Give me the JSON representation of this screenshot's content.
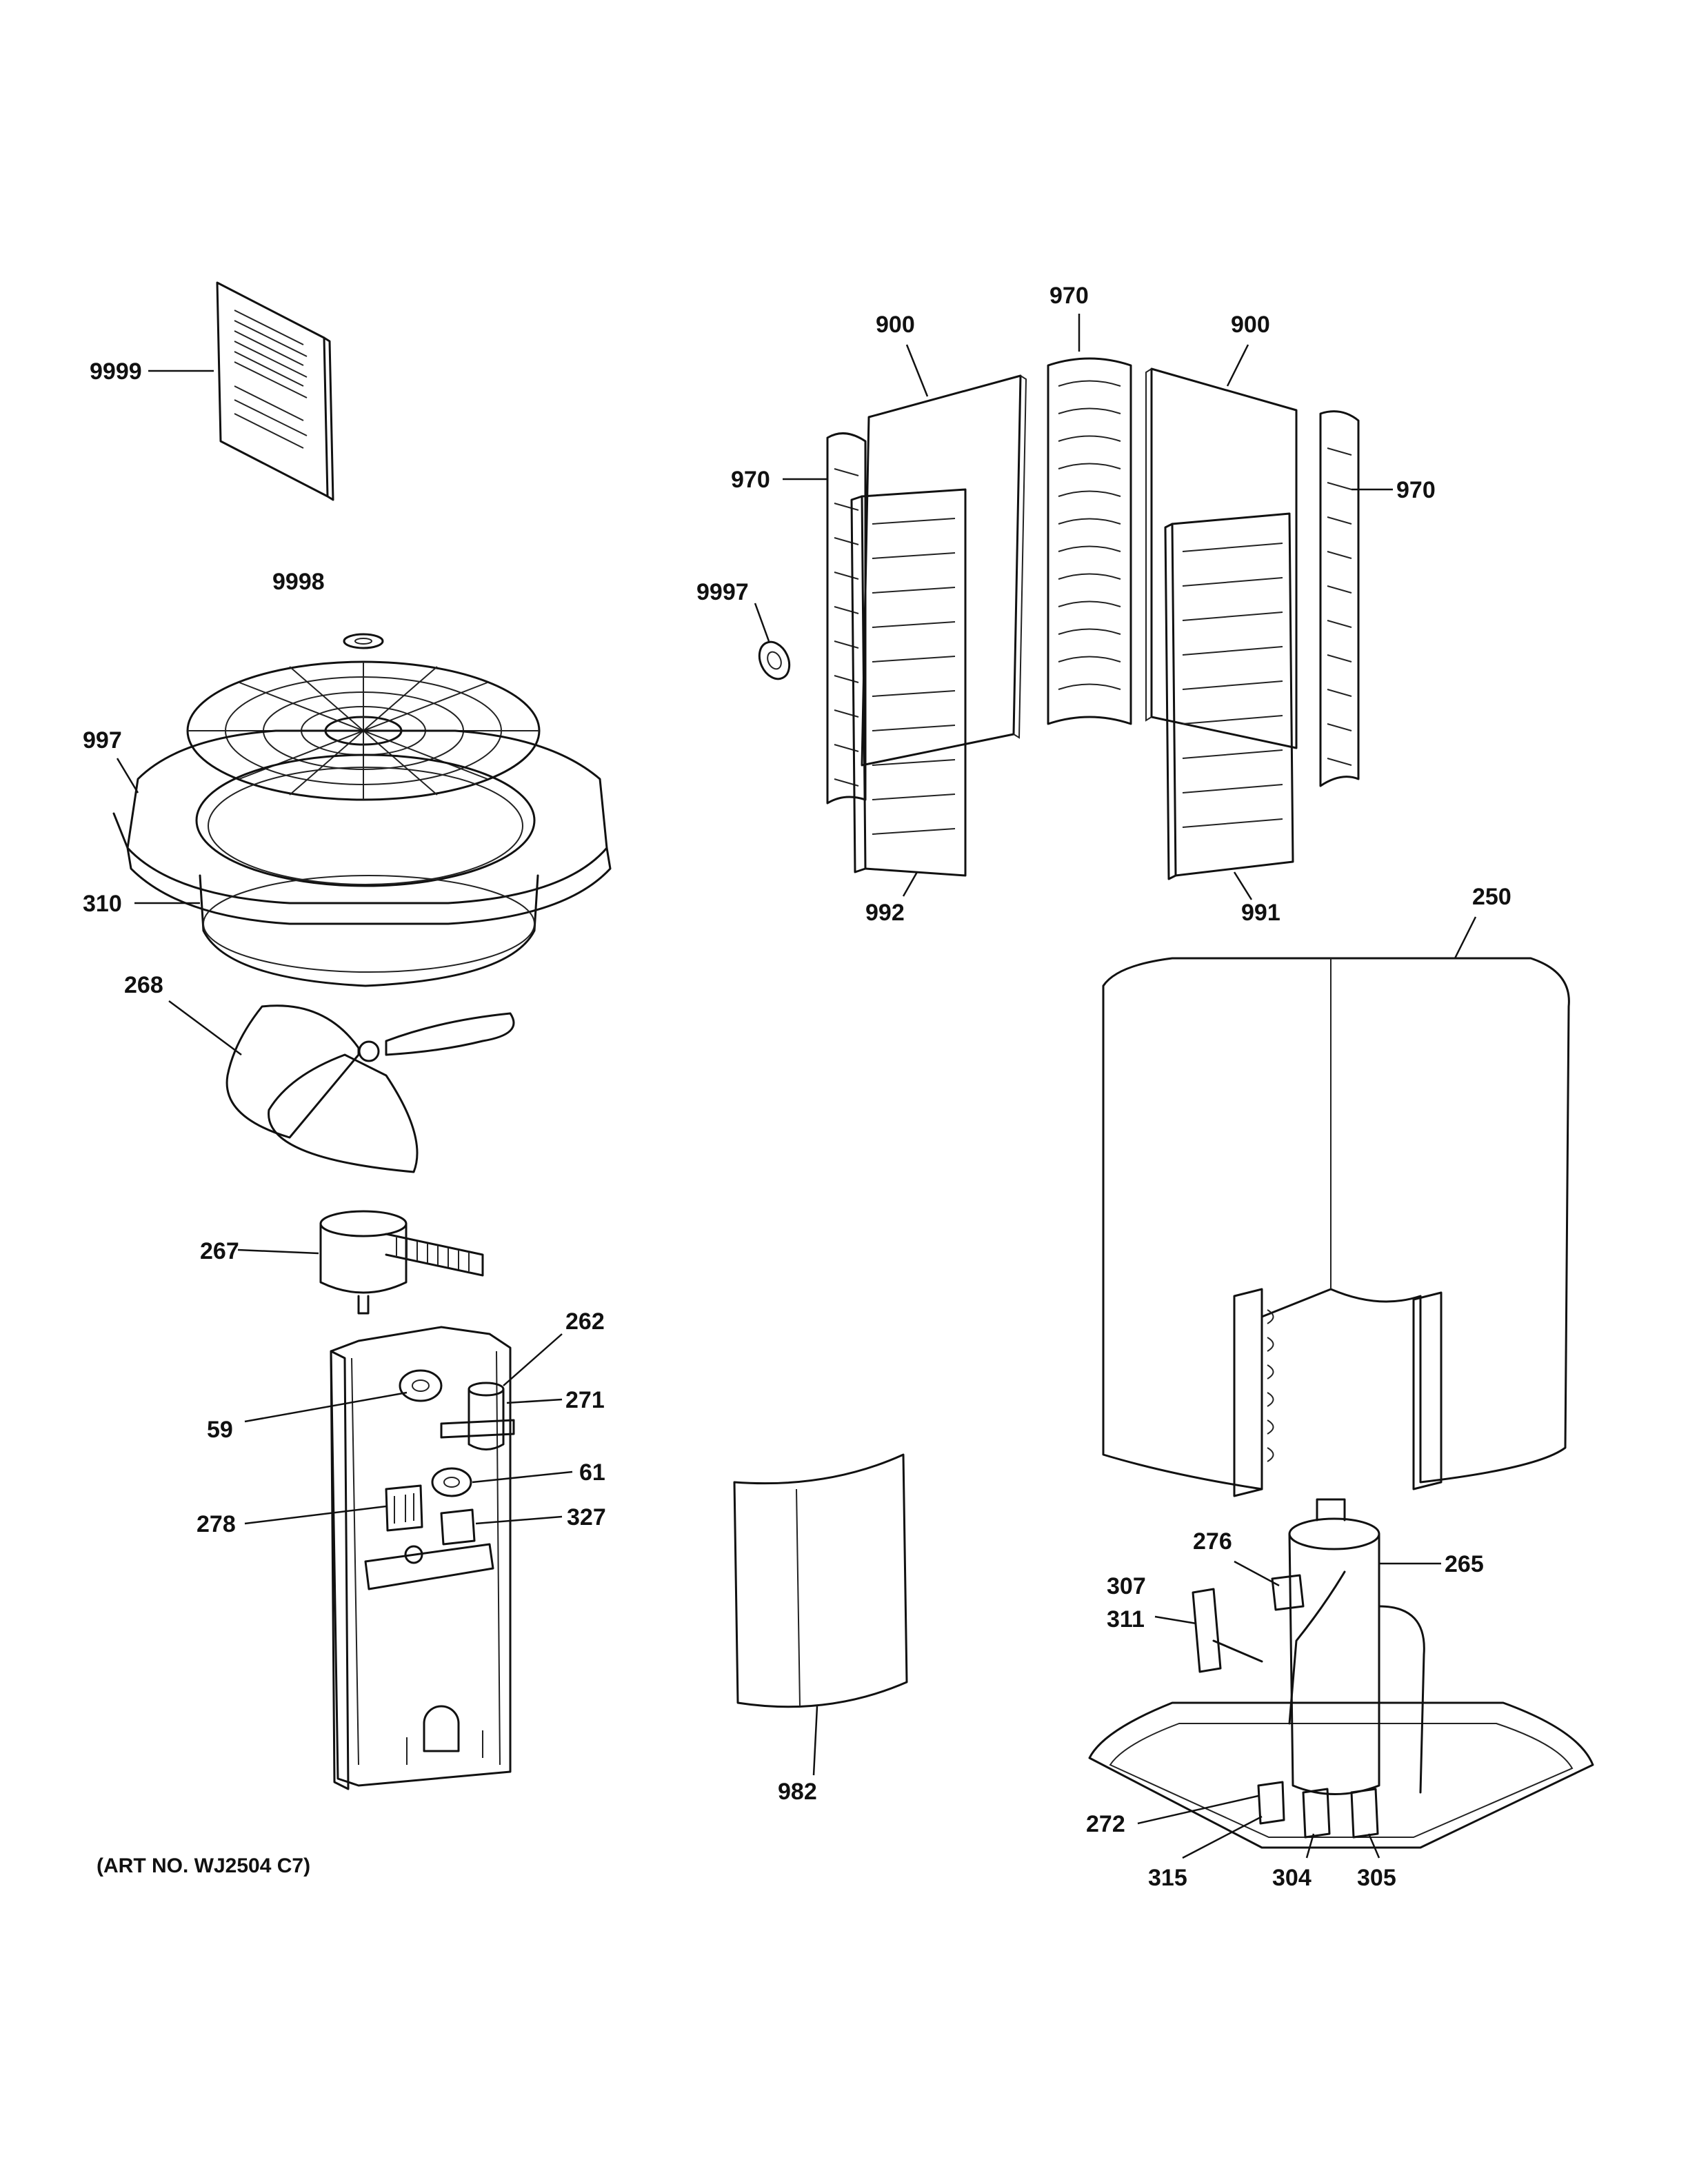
{
  "art_number": "(ART NO. WJ2504 C7)",
  "callouts": {
    "c9999": "9999",
    "c9998": "9998",
    "c997": "997",
    "c310": "310",
    "c268": "268",
    "c267": "267",
    "c262": "262",
    "c271": "271",
    "c59": "59",
    "c61": "61",
    "c278": "278",
    "c327": "327",
    "c900a": "900",
    "c970top": "970",
    "c900b": "900",
    "c970left": "970",
    "c970right": "970",
    "c9997": "9997",
    "c992": "992",
    "c991": "991",
    "c250": "250",
    "c276": "276",
    "c265": "265",
    "c307": "307",
    "c311": "311",
    "c982": "982",
    "c272": "272",
    "c315": "315",
    "c304": "304",
    "c305": "305"
  }
}
